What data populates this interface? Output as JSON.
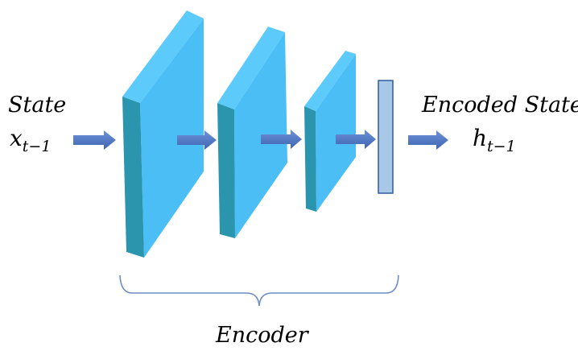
{
  "input": {
    "label": "State",
    "symbol": "x",
    "subscript": "t−1"
  },
  "output": {
    "label": "Encoded State",
    "symbol": "h",
    "subscript": "t−1"
  },
  "group": {
    "label": "Encoder"
  },
  "colors": {
    "layer_face": "#4BBEF5",
    "layer_top": "#5CCBFB",
    "layer_side": "#2A95AD",
    "bottleneck": "#A9C7E6",
    "bottleneck_border": "#2F5D9A",
    "arrow": "#4A72C4",
    "brace": "#6E8CC4"
  }
}
